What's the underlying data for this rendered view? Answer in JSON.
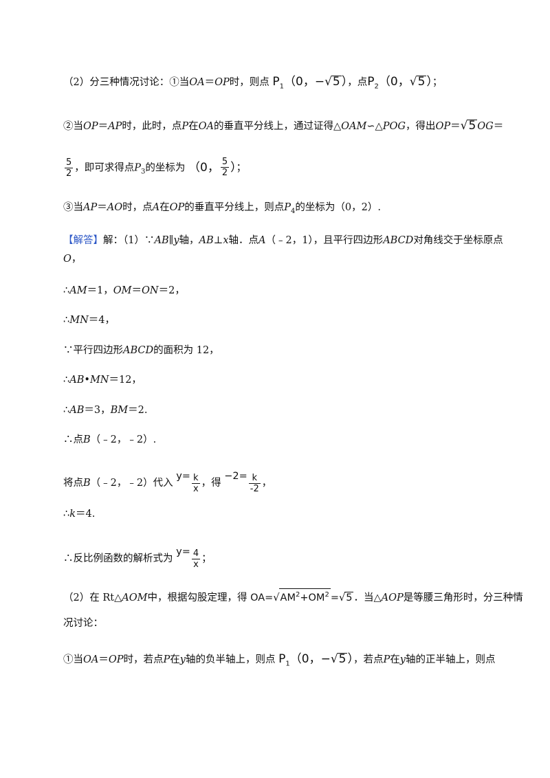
{
  "l1": {
    "pre": "（2）分三种情况讨论：①当",
    "oa": "OA",
    "eq": "＝",
    "op": "OP",
    "mid": "时，则点",
    "p1": "P",
    "p1sub": "1",
    "p1open": "（0，",
    "p1neg": "−",
    "sqrtsym": "√",
    "five": "5",
    "p1close": "）",
    "sep": "，点",
    "p2": "P",
    "p2sub": "2",
    "p2open": "（0，",
    "p2close": "）",
    "end": "；"
  },
  "l2": {
    "pre": "②当",
    "op": "OP",
    "eq": "＝",
    "ap": "AP",
    "t1": "时，此时，点",
    "p": "P",
    "t2": "在",
    "oa": "OA",
    "t3": "的垂直平分线上，通过证得△",
    "oam": "OAM",
    "sim": "∽△",
    "pog": "POG",
    "t4": "，得出",
    "op2": "OP",
    "eq2": "＝",
    "sqrtsym": "√",
    "five": "5",
    "og": "OG",
    "eq3": "＝"
  },
  "l3": {
    "num": "5",
    "den": "2",
    "t1": "，即可求得点",
    "p": "P",
    "psub": "3",
    "t2": "的坐标为",
    "open": "（0，",
    "fnum": "5",
    "fden": "2",
    "close": "）",
    "end": "；"
  },
  "l4": {
    "pre": "③当",
    "ap": "AP",
    "eq": "＝",
    "ao": "AO",
    "t1": "时，点",
    "a": "A",
    "t2": "在",
    "op": "OP",
    "t3": "的垂直平分线上，则点",
    "p": "P",
    "psub": "4",
    "t4": "的坐标为（0，2）."
  },
  "l5": {
    "tag": "【解答】",
    "t1": "解：（1）∵",
    "ab": "AB",
    "par": "∥",
    "y": "y",
    "t2": "轴，",
    "ab2": "AB",
    "perp": "⊥",
    "x": "x",
    "t3": "轴．点",
    "a": "A",
    "t4": "（﹣2，1），且平行四边形",
    "abcd": "ABCD",
    "t5": "对角线交于坐标原点",
    "o": "O",
    "t6": "，"
  },
  "l6": {
    "t0": "∴",
    "am": "AM",
    "t1": "＝1，",
    "om": "OM",
    "t2": "＝",
    "on": "ON",
    "t3": "＝2，"
  },
  "l7": {
    "t0": "∴",
    "mn": "MN",
    "t1": "＝4，"
  },
  "l8": {
    "t0": "∵平行四边形",
    "abcd": "ABCD",
    "t1": "的面积为 12，"
  },
  "l9": {
    "t0": "∴",
    "ab": "AB",
    "dot": "•",
    "mn": "MN",
    "t1": "＝12，"
  },
  "l10": {
    "t0": "∴",
    "ab": "AB",
    "t1": "＝3，",
    "bm": "BM",
    "t2": "＝2."
  },
  "l11": {
    "t0": "∴点",
    "b": "B",
    "t1": "（﹣2，﹣2）."
  },
  "l12": {
    "t0": "将点",
    "b": "B",
    "t1": "（﹣2，﹣2）代入",
    "y": "y=",
    "fnum": "k",
    "fden": "x",
    "t2": "，得",
    "lhs": "−2=",
    "fnum2": "k",
    "fden2": "-2",
    "t3": "，"
  },
  "l13": {
    "t0": "∴",
    "k": "k",
    "t1": "＝4."
  },
  "l14": {
    "t0": "∴反比例函数的解析式为",
    "y": "y=",
    "fnum": "4",
    "fden": "x",
    "end": "；"
  },
  "l15": {
    "t0": "（2）在 Rt△",
    "aom": "AOM",
    "t1": "中，根据勾股定理，得",
    "oa": "OA=",
    "sqrtsym": "√",
    "inner": "AM",
    "sq1": "2",
    "plus": "+OM",
    "sq2": "2",
    "eq": "=",
    "sqrtsym2": "√",
    "five": "5",
    "t2": "．当△",
    "aop": "AOP",
    "t3": "是等腰三角形时，分三种情"
  },
  "l16": {
    "t0": "况讨论："
  },
  "l17": {
    "t0": "①当",
    "oa": "OA",
    "eq": "＝",
    "op": "OP",
    "t1": "时，若点",
    "p": "P",
    "t2": "在",
    "y": "y",
    "t3": "轴的负半轴上，则点",
    "p1": "P",
    "p1sub": "1",
    "open": "（0，",
    "neg": "−",
    "sqrtsym": "√",
    "five": "5",
    "close": "）",
    "t4": "，若点",
    "p2": "P",
    "t5": "在",
    "y2": "y",
    "t6": "轴的正半轴上，则点"
  }
}
